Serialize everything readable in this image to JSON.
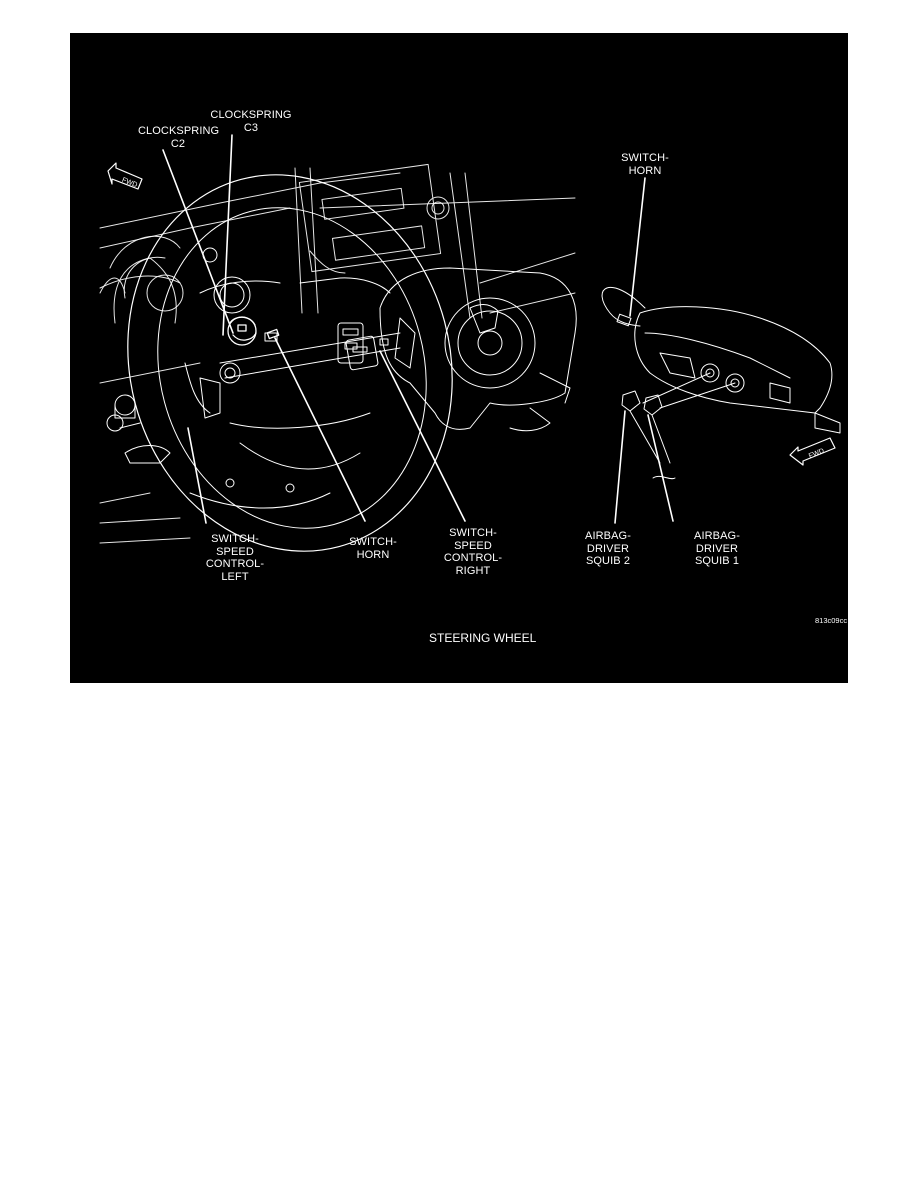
{
  "figure": {
    "caption": "STEERING WHEEL",
    "figure_code": "813c09cc",
    "background_color": "#000000",
    "line_color": "#ffffff",
    "labels": {
      "clockspring_c2": "CLOCKSPRING\nC2",
      "clockspring_c3": "CLOCKSPRING\nC3",
      "switch_horn_top": "SWITCH-\nHORN",
      "switch_speed_control_left": "SWITCH-\nSPEED\nCONTROL-\nLEFT",
      "switch_horn_bottom": "SWITCH-\nHORN",
      "switch_speed_control_right": "SWITCH-\nSPEED\nCONTROL-\nRIGHT",
      "airbag_driver_squib_2": "AIRBAG-\nDRIVER\nSQUIB 2",
      "airbag_driver_squib_1": "AIRBAG-\nDRIVER\nSQUIB 1"
    },
    "direction_arrows": [
      {
        "icon": "fwd-arrow-icon",
        "text": "FWD",
        "position": "upper-left"
      },
      {
        "icon": "fwd-arrow-icon",
        "text": "FWD",
        "position": "lower-right"
      }
    ]
  }
}
